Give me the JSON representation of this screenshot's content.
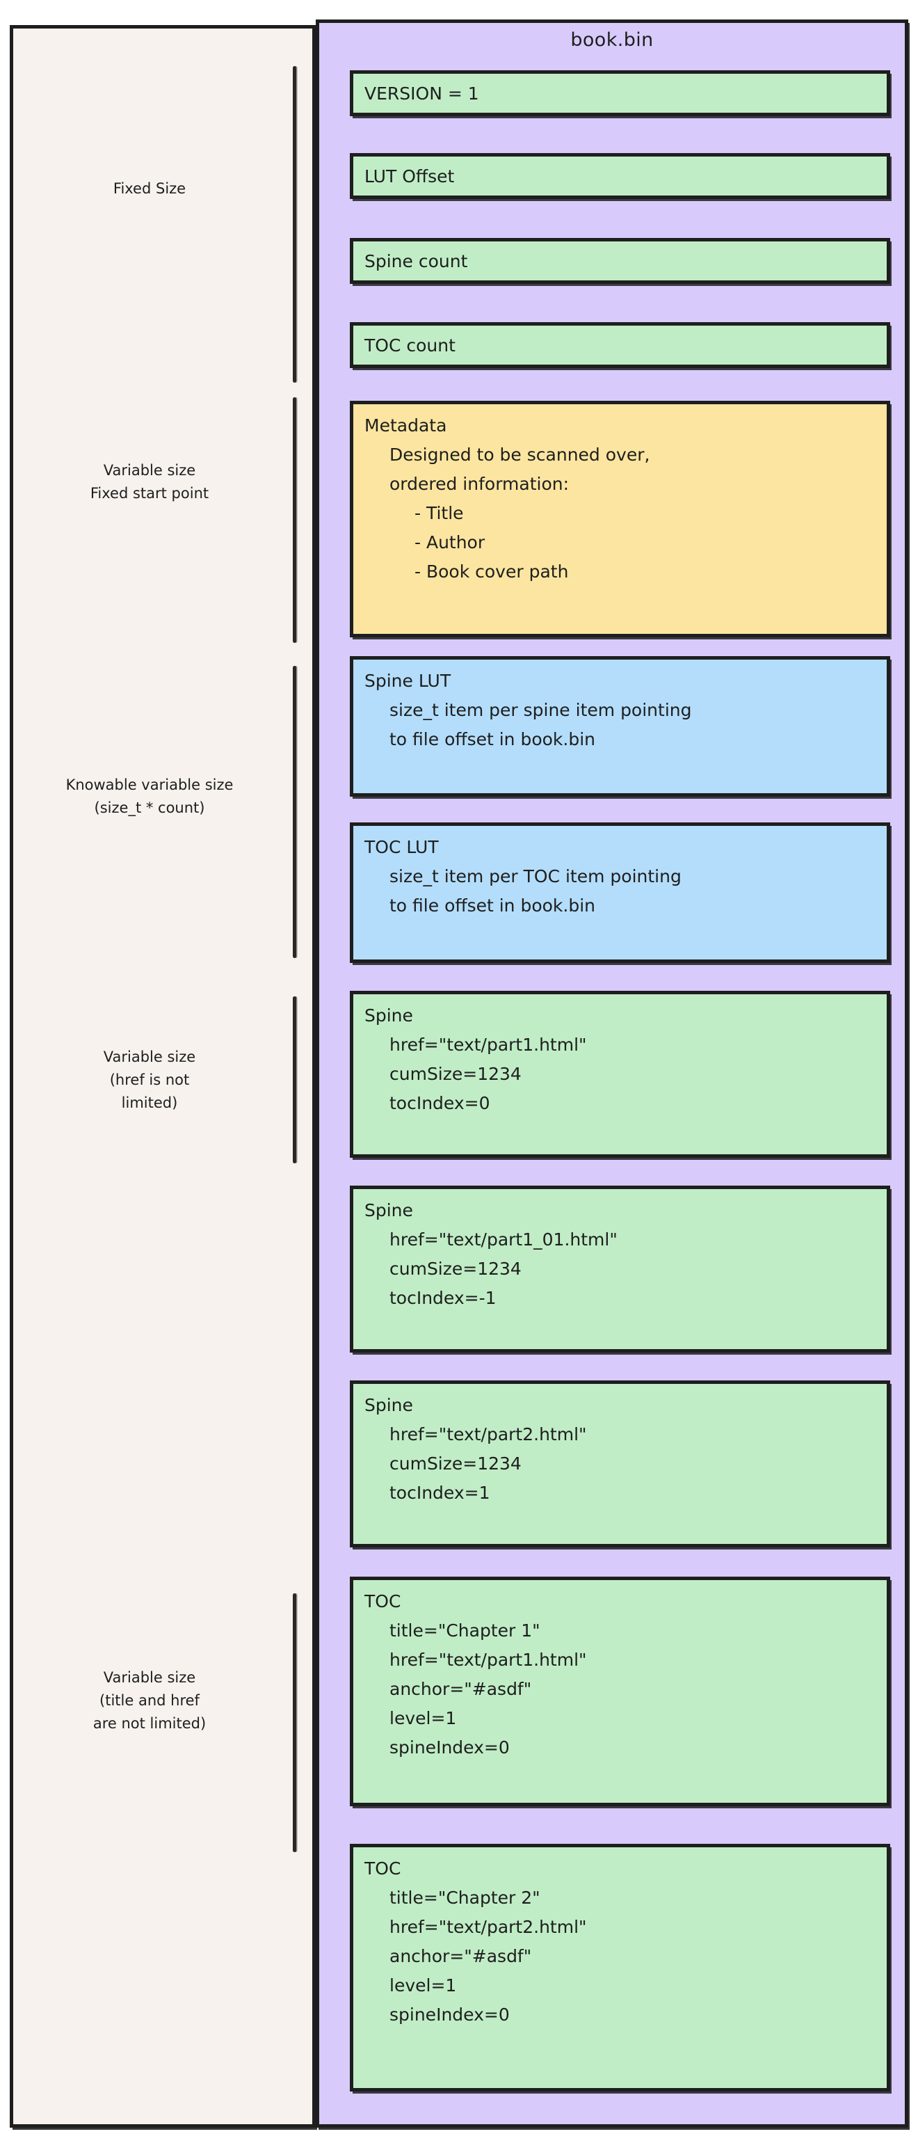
{
  "diagram": {
    "file_title": "book.bin",
    "colors": {
      "page_background": "#ffffff",
      "left_panel_background": "#f7f2ed",
      "right_panel_background": "#d8cbfb",
      "green_box": "#c0edc6",
      "yellow_box": "#fbe5a0",
      "blue_box": "#b3ddfb",
      "stroke": "#1e1e1e"
    }
  },
  "side_labels": [
    {
      "id": "fixed-size",
      "text": "Fixed Size"
    },
    {
      "id": "variable-fixed-start",
      "text": "Variable size\nFixed start point"
    },
    {
      "id": "knowable-variable",
      "text": "Knowable variable size\n(size_t * count)"
    },
    {
      "id": "variable-href",
      "text": "Variable size\n(href is not\nlimited)"
    },
    {
      "id": "variable-title-href",
      "text": "Variable size\n(title and href\nare not limited)"
    }
  ],
  "boxes": [
    {
      "id": "version",
      "color": "green",
      "lines": [
        {
          "text": "VERSION = 1",
          "indent": 0
        }
      ]
    },
    {
      "id": "lut-offset",
      "color": "green",
      "lines": [
        {
          "text": "LUT Offset",
          "indent": 0
        }
      ]
    },
    {
      "id": "spine-count",
      "color": "green",
      "lines": [
        {
          "text": "Spine count",
          "indent": 0
        }
      ]
    },
    {
      "id": "toc-count",
      "color": "green",
      "lines": [
        {
          "text": "TOC count",
          "indent": 0
        }
      ]
    },
    {
      "id": "metadata",
      "color": "yellow",
      "lines": [
        {
          "text": "Metadata",
          "indent": 0
        },
        {
          "text": "Designed to be scanned over,",
          "indent": 1
        },
        {
          "text": "ordered information:",
          "indent": 1
        },
        {
          "text": "- Title",
          "indent": 2
        },
        {
          "text": "- Author",
          "indent": 2
        },
        {
          "text": "- Book cover path",
          "indent": 2
        }
      ]
    },
    {
      "id": "spine-lut",
      "color": "blue",
      "lines": [
        {
          "text": "Spine LUT",
          "indent": 0
        },
        {
          "text": "size_t item per spine item pointing",
          "indent": 1
        },
        {
          "text": "to file offset in book.bin",
          "indent": 1
        }
      ]
    },
    {
      "id": "toc-lut",
      "color": "blue",
      "lines": [
        {
          "text": "TOC LUT",
          "indent": 0
        },
        {
          "text": "size_t item per TOC item pointing",
          "indent": 1
        },
        {
          "text": "to file offset in book.bin",
          "indent": 1
        }
      ]
    },
    {
      "id": "spine-1",
      "color": "green",
      "lines": [
        {
          "text": "Spine",
          "indent": 0
        },
        {
          "text": "href=\"text/part1.html\"",
          "indent": 1
        },
        {
          "text": "cumSize=1234",
          "indent": 1
        },
        {
          "text": "tocIndex=0",
          "indent": 1
        }
      ]
    },
    {
      "id": "spine-2",
      "color": "green",
      "lines": [
        {
          "text": "Spine",
          "indent": 0
        },
        {
          "text": "href=\"text/part1_01.html\"",
          "indent": 1
        },
        {
          "text": "cumSize=1234",
          "indent": 1
        },
        {
          "text": "tocIndex=-1",
          "indent": 1
        }
      ]
    },
    {
      "id": "spine-3",
      "color": "green",
      "lines": [
        {
          "text": "Spine",
          "indent": 0
        },
        {
          "text": "href=\"text/part2.html\"",
          "indent": 1
        },
        {
          "text": "cumSize=1234",
          "indent": 1
        },
        {
          "text": "tocIndex=1",
          "indent": 1
        }
      ]
    },
    {
      "id": "toc-1",
      "color": "green",
      "lines": [
        {
          "text": "TOC",
          "indent": 0
        },
        {
          "text": "title=\"Chapter 1\"",
          "indent": 1
        },
        {
          "text": "href=\"text/part1.html\"",
          "indent": 1
        },
        {
          "text": "anchor=\"#asdf\"",
          "indent": 1
        },
        {
          "text": "level=1",
          "indent": 1
        },
        {
          "text": "spineIndex=0",
          "indent": 1
        }
      ]
    },
    {
      "id": "toc-2",
      "color": "green",
      "lines": [
        {
          "text": "TOC",
          "indent": 0
        },
        {
          "text": "title=\"Chapter 2\"",
          "indent": 1
        },
        {
          "text": "href=\"text/part2.html\"",
          "indent": 1
        },
        {
          "text": "anchor=\"#asdf\"",
          "indent": 1
        },
        {
          "text": "level=1",
          "indent": 1
        },
        {
          "text": "spineIndex=0",
          "indent": 1
        }
      ]
    }
  ]
}
